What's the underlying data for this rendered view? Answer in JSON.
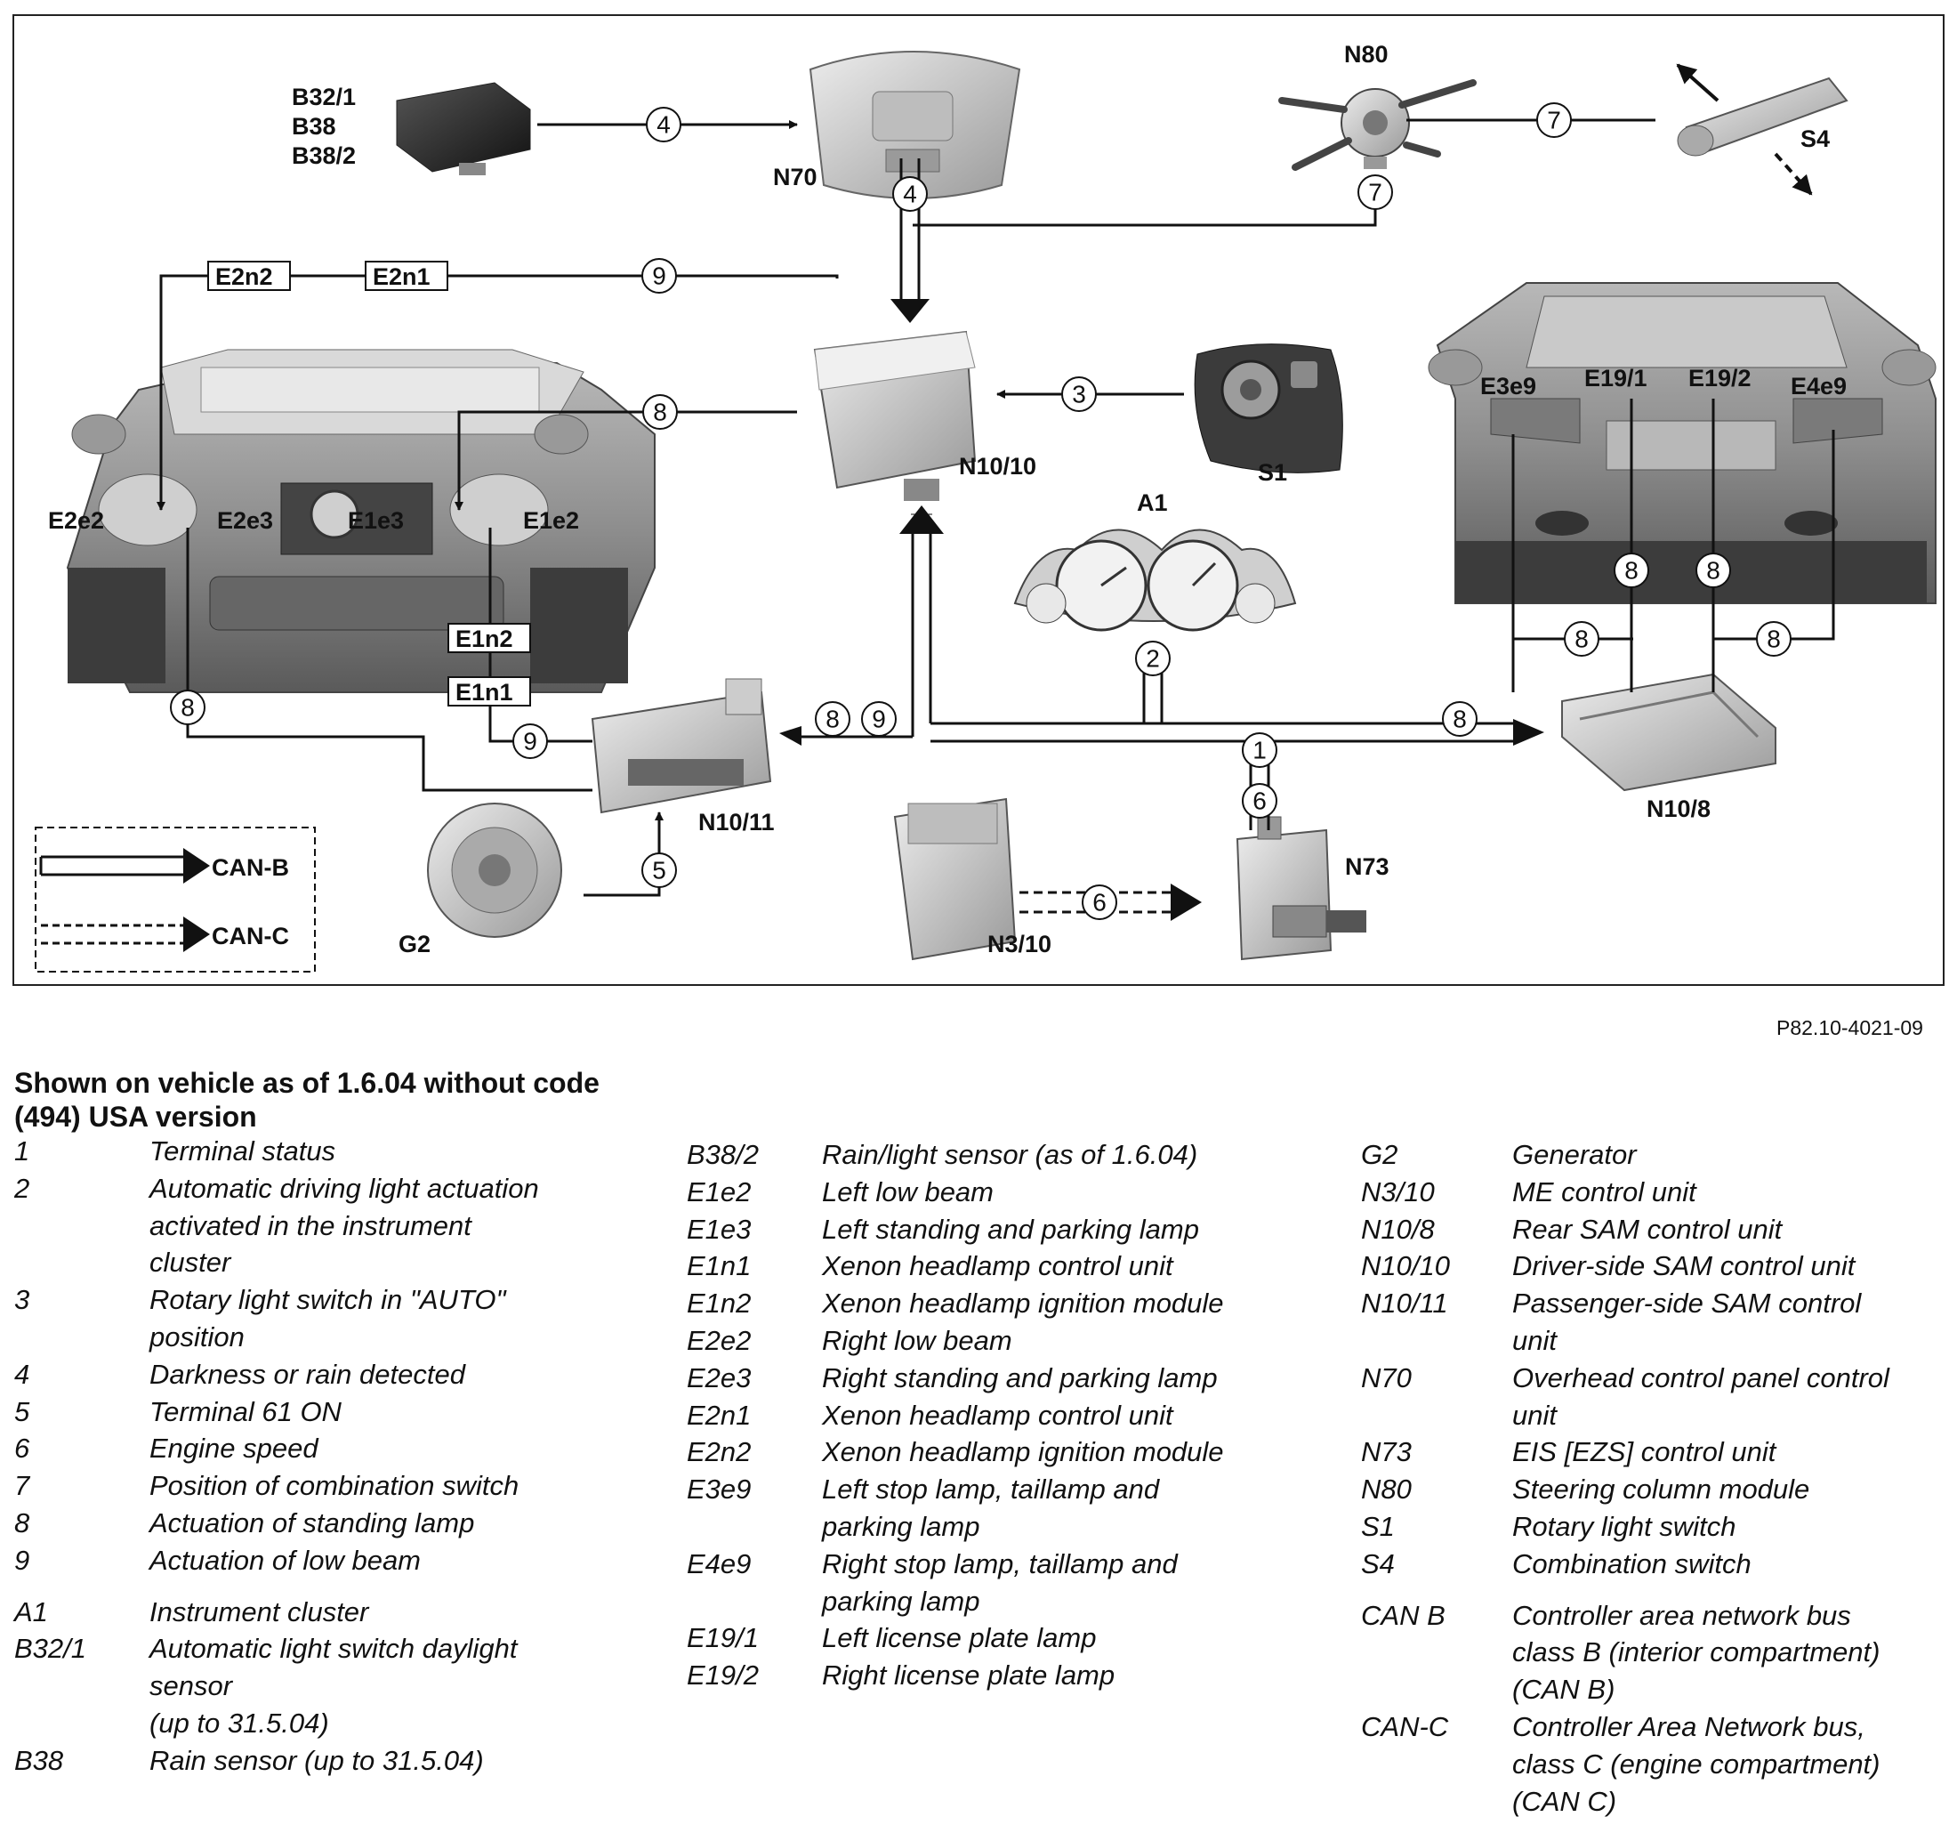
{
  "diagram": {
    "component_labels": {
      "b32_1": "B32/1",
      "b38": "B38",
      "b38_2": "B38/2",
      "n70": "N70",
      "n80": "N80",
      "s4": "S4",
      "n10_10": "N10/10",
      "s1": "S1",
      "a1": "A1",
      "n10_11": "N10/11",
      "n10_8": "N10/8",
      "g2": "G2",
      "n3_10": "N3/10",
      "n73": "N73",
      "e2e2": "E2e2",
      "e2e3": "E2e3",
      "e1e3": "E1e3",
      "e1e2": "E1e2",
      "e3e9": "E3e9",
      "e19_1": "E19/1",
      "e19_2": "E19/2",
      "e4e9": "E4e9"
    },
    "box_labels": {
      "e2n2": "E2n2",
      "e2n1": "E2n1",
      "e1n2": "E1n2",
      "e1n1": "E1n1"
    },
    "signal_numbers": {
      "s4_a": "4",
      "s4_b": "4",
      "s7_a": "7",
      "s7_b": "7",
      "s9_top": "9",
      "s8_left_top": "8",
      "s3": "3",
      "s2": "2",
      "s1": "1",
      "s6_a": "6",
      "s6_b": "6",
      "s5": "5",
      "s8_bus_left": "8",
      "s9_bus_left": "9",
      "s8_bus_right": "8",
      "s8_front_left": "8",
      "s9_front": "9",
      "s8_rear_1": "8",
      "s8_rear_2": "8",
      "s8_rear_3": "8",
      "s8_rear_4": "8"
    },
    "bus_legend": {
      "can_b": "CAN-B",
      "can_c": "CAN-C"
    }
  },
  "figure_code": "P82.10-4021-09",
  "legend": {
    "heading": "Shown on vehicle as of 1.6.04 without code (494) USA version",
    "col1": [
      {
        "k": "1",
        "v": "Terminal status"
      },
      {
        "k": "2",
        "v": "Automatic driving light actuation"
      },
      {
        "k": "",
        "v": "activated in the instrument"
      },
      {
        "k": "",
        "v": "cluster"
      },
      {
        "k": "3",
        "v": "Rotary light switch in \"AUTO\""
      },
      {
        "k": "",
        "v": "position"
      },
      {
        "k": "4",
        "v": "Darkness or rain detected"
      },
      {
        "k": "5",
        "v": "Terminal 61 ON"
      },
      {
        "k": "6",
        "v": "Engine speed"
      },
      {
        "k": "7",
        "v": "Position of combination switch"
      },
      {
        "k": "8",
        "v": "Actuation of standing lamp"
      },
      {
        "k": "9",
        "v": "Actuation of low beam"
      },
      {
        "k": "A1",
        "v": "Instrument cluster"
      },
      {
        "k": "B32/1",
        "v": "Automatic light switch daylight"
      },
      {
        "k": "",
        "v": "sensor"
      },
      {
        "k": "",
        "v": "(up to 31.5.04)"
      },
      {
        "k": "B38",
        "v": "Rain sensor (up to 31.5.04)"
      }
    ],
    "col2": [
      {
        "k": "B38/2",
        "v": "Rain/light sensor (as of 1.6.04)"
      },
      {
        "k": "E1e2",
        "v": "Left low beam"
      },
      {
        "k": "E1e3",
        "v": "Left standing and parking lamp"
      },
      {
        "k": "E1n1",
        "v": "Xenon headlamp control unit"
      },
      {
        "k": "E1n2",
        "v": "Xenon headlamp ignition module"
      },
      {
        "k": "E2e2",
        "v": "Right low beam"
      },
      {
        "k": "E2e3",
        "v": "Right standing and parking lamp"
      },
      {
        "k": "E2n1",
        "v": "Xenon headlamp control unit"
      },
      {
        "k": "E2n2",
        "v": "Xenon headlamp ignition module"
      },
      {
        "k": "E3e9",
        "v": "Left stop lamp, taillamp and"
      },
      {
        "k": "",
        "v": "parking lamp"
      },
      {
        "k": "E4e9",
        "v": "Right stop lamp, taillamp and"
      },
      {
        "k": "",
        "v": "parking lamp"
      },
      {
        "k": "E19/1",
        "v": "Left license plate lamp"
      },
      {
        "k": "E19/2",
        "v": "Right license plate lamp"
      }
    ],
    "col3": [
      {
        "k": "G2",
        "v": "Generator"
      },
      {
        "k": "N3/10",
        "v": "ME control unit"
      },
      {
        "k": "N10/8",
        "v": "Rear SAM control unit"
      },
      {
        "k": "N10/10",
        "v": "Driver-side SAM control unit"
      },
      {
        "k": "N10/11",
        "v": "Passenger-side SAM control"
      },
      {
        "k": "",
        "v": "unit"
      },
      {
        "k": "N70",
        "v": "Overhead control panel control"
      },
      {
        "k": "",
        "v": "unit"
      },
      {
        "k": "N73",
        "v": "EIS [EZS] control unit"
      },
      {
        "k": "N80",
        "v": "Steering column module"
      },
      {
        "k": "S1",
        "v": "Rotary light switch"
      },
      {
        "k": "S4",
        "v": "Combination switch"
      },
      {
        "k": "CAN B",
        "v": "Controller area network bus"
      },
      {
        "k": "",
        "v": "class B (interior compartment)"
      },
      {
        "k": "",
        "v": "(CAN B)"
      },
      {
        "k": "CAN-C",
        "v": "Controller Area Network bus,"
      },
      {
        "k": "",
        "v": "class C (engine compartment)"
      },
      {
        "k": "",
        "v": "(CAN C)"
      }
    ]
  }
}
